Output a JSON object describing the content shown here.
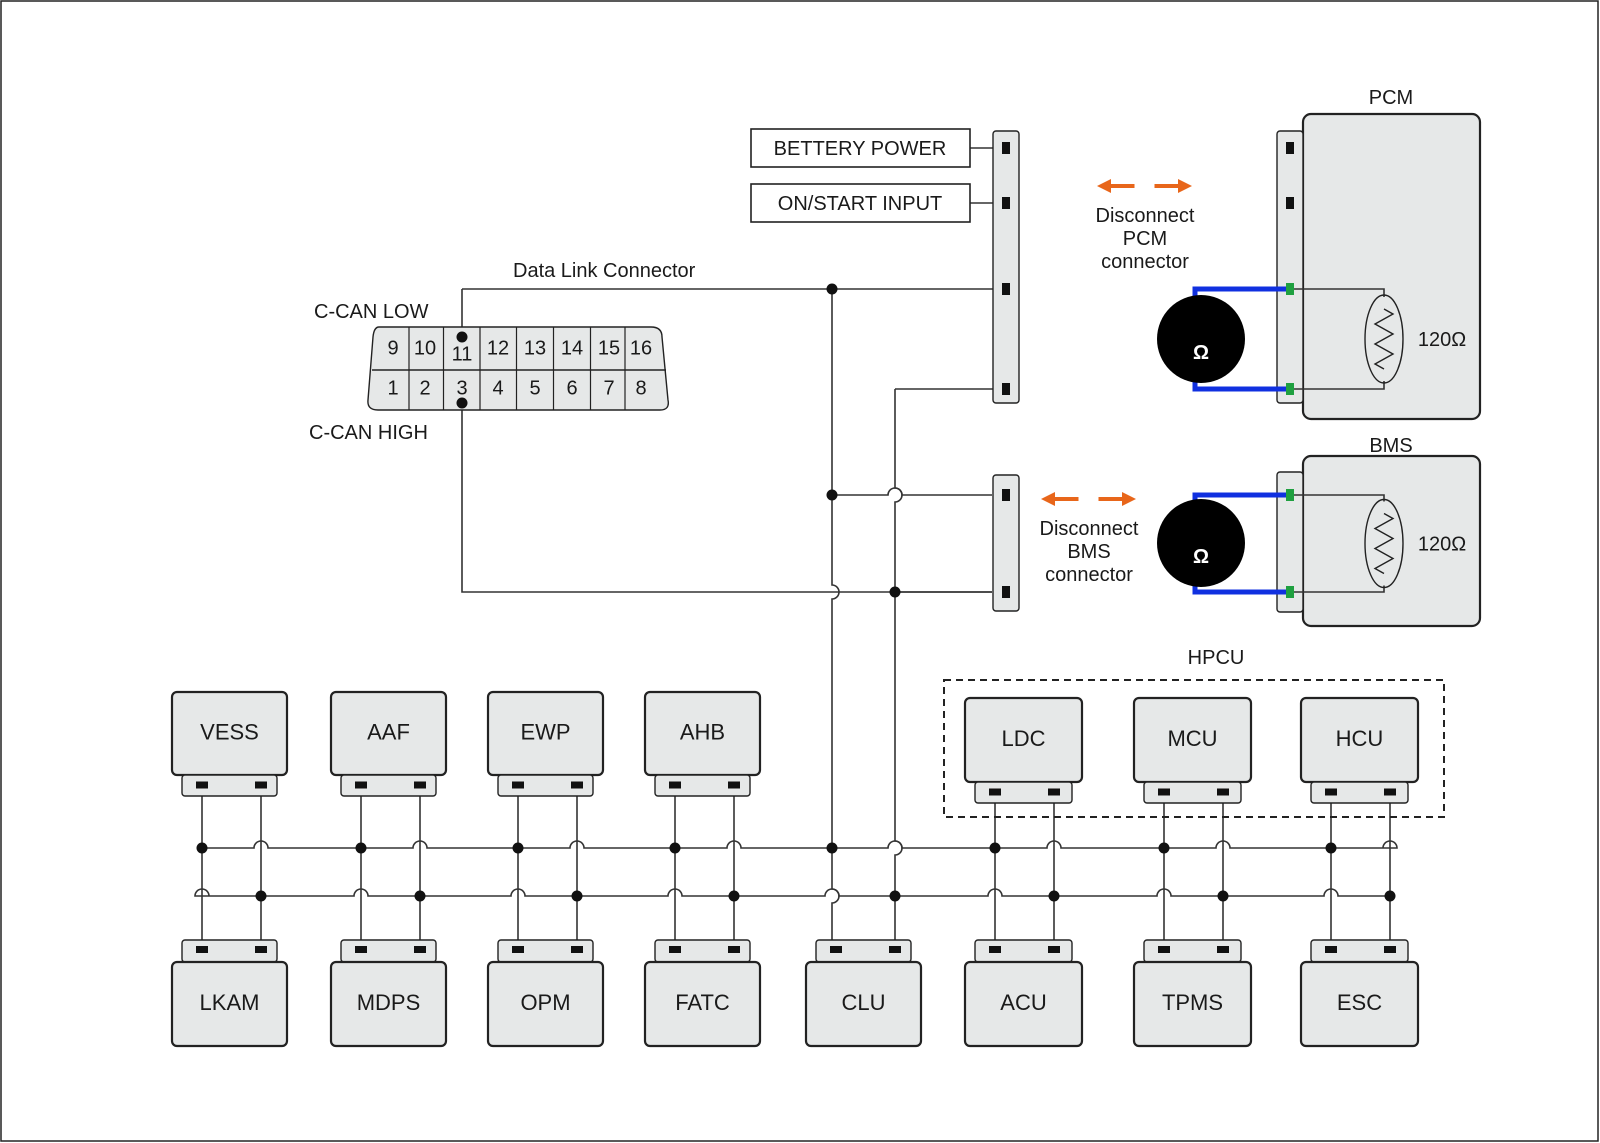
{
  "labels": {
    "battery_power": "BETTERY POWER",
    "on_start_input": "ON/START INPUT",
    "data_link_connector": "Data Link Connector",
    "c_can_low": "C-CAN LOW",
    "c_can_high": "C-CAN HIGH",
    "pcm": "PCM",
    "bms": "BMS",
    "hpcu": "HPCU",
    "pcm_resistor": "120Ω",
    "bms_resistor": "120Ω",
    "ohm_symbol": "Ω",
    "pcm_note": [
      "Disconnect",
      "PCM",
      "connector"
    ],
    "bms_note": [
      "Disconnect",
      "BMS",
      "connector"
    ]
  },
  "dlc": {
    "top_pins": [
      "9",
      "10",
      "11",
      "12",
      "13",
      "14",
      "15",
      "16"
    ],
    "bottom_pins": [
      "1",
      "2",
      "3",
      "4",
      "5",
      "6",
      "7",
      "8"
    ]
  },
  "modules": {
    "top": [
      "VESS",
      "AAF",
      "EWP",
      "AHB"
    ],
    "hpcu": [
      "LDC",
      "MCU",
      "HCU"
    ],
    "bottom": [
      "LKAM",
      "MDPS",
      "OPM",
      "FATC",
      "CLU",
      "ACU",
      "TPMS",
      "ESC"
    ]
  },
  "colors": {
    "module_fill": "#e6e8e8",
    "wire": "#333333",
    "meter_lead": "#1030e0",
    "arrow": "#e8661a",
    "pin_green": "#1fa040"
  }
}
